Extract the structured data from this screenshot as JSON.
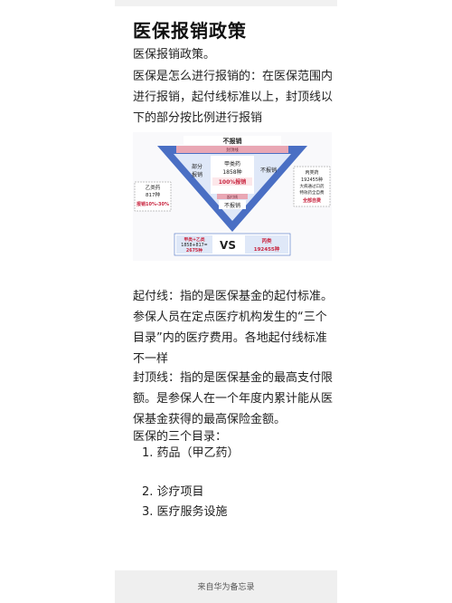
{
  "note": {
    "title": "医保报销政策",
    "paragraphs": [
      "医保报销政策。",
      "医保是怎么进行报销的：在医保范围内进行报销，起付线标准以上，封顶线以下的部分按比例进行报销"
    ],
    "definitions": [
      "起付线：指的是医保基金的起付标准。参保人员在定点医疗机构发生的“三个目录”内的医疗费用。各地起付线标准不一样",
      "封顶线：指的是医保基金的最高支付限额。是参保人在一个年度内累计能从医保基金获得的最高保险金额。",
      "医保的三个目录："
    ],
    "list": [
      "1. 药品（甲乙药）",
      "2. 诊疗项目",
      "3. 医疗服务设施"
    ]
  },
  "diagram": {
    "top_label": "不报销",
    "top_small": "封顶线",
    "left_box": [
      "部分",
      "报销"
    ],
    "center_box": [
      "甲类药",
      "1858种"
    ],
    "center_badge": "100%报销",
    "right_box": "不报销",
    "bottom_small": "起付线",
    "bottom_box": "不报销",
    "left_note": [
      "乙类药",
      "817种"
    ],
    "left_note_badge": "报销10%-30%",
    "right_note": [
      "丙类药",
      "192455种",
      "大病通过口药",
      "特效药全自费"
    ],
    "right_note_badge": "全部自费",
    "compare_left": [
      "甲类+乙类",
      "1858+817=",
      "2675种"
    ],
    "compare_vs": "VS",
    "compare_right": [
      "丙类",
      "192455种"
    ]
  },
  "footer": {
    "source": "来自华为备忘录"
  },
  "colors": {
    "blue": "#4a6fc4",
    "pink": "#e9a7b4",
    "red": "#c9253f",
    "lightblue": "#dfe8f8"
  }
}
